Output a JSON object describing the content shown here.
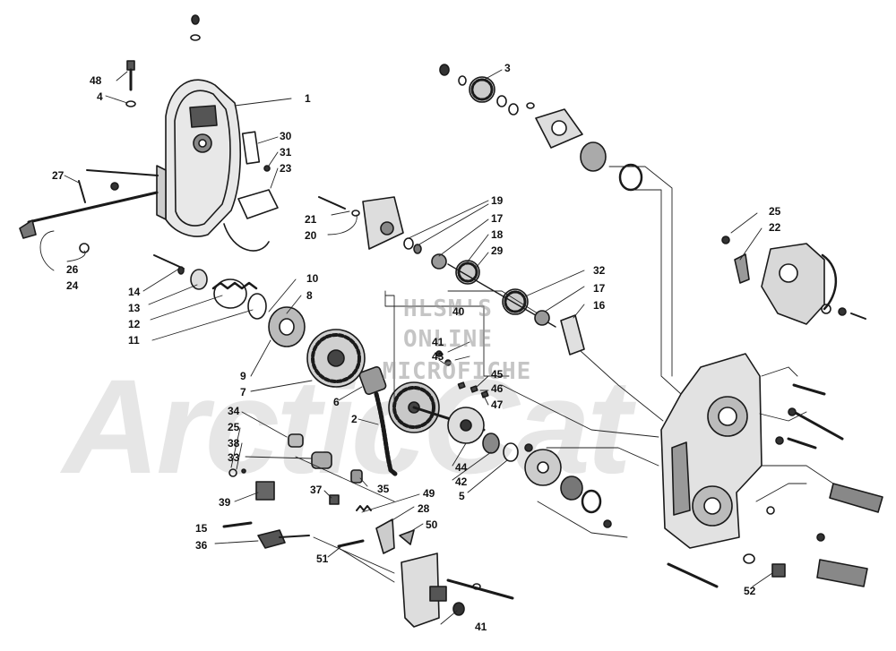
{
  "watermark": {
    "line1": "HLSM'S",
    "line2": "ONLINE",
    "line3": "MICROFICHE",
    "logo": "ArcticCat"
  },
  "callouts": [
    {
      "id": "48",
      "label": "48"
    },
    {
      "id": "4",
      "label": "4"
    },
    {
      "id": "1",
      "label": "1"
    },
    {
      "id": "30",
      "label": "30"
    },
    {
      "id": "31",
      "label": "31"
    },
    {
      "id": "23",
      "label": "23"
    },
    {
      "id": "27",
      "label": "27"
    },
    {
      "id": "26",
      "label": "26"
    },
    {
      "id": "24",
      "label": "24"
    },
    {
      "id": "14",
      "label": "14"
    },
    {
      "id": "13",
      "label": "13"
    },
    {
      "id": "12",
      "label": "12"
    },
    {
      "id": "11",
      "label": "11"
    },
    {
      "id": "10",
      "label": "10"
    },
    {
      "id": "8",
      "label": "8"
    },
    {
      "id": "9",
      "label": "9"
    },
    {
      "id": "7",
      "label": "7"
    },
    {
      "id": "6",
      "label": "6"
    },
    {
      "id": "2",
      "label": "2"
    },
    {
      "id": "34",
      "label": "34"
    },
    {
      "id": "25a",
      "label": "25"
    },
    {
      "id": "38",
      "label": "38"
    },
    {
      "id": "33",
      "label": "33"
    },
    {
      "id": "35",
      "label": "35"
    },
    {
      "id": "39",
      "label": "39"
    },
    {
      "id": "37",
      "label": "37"
    },
    {
      "id": "15",
      "label": "15"
    },
    {
      "id": "36",
      "label": "36"
    },
    {
      "id": "51",
      "label": "51"
    },
    {
      "id": "49",
      "label": "49"
    },
    {
      "id": "28",
      "label": "28"
    },
    {
      "id": "50",
      "label": "50"
    },
    {
      "id": "41a",
      "label": "41"
    },
    {
      "id": "3",
      "label": "3"
    },
    {
      "id": "21",
      "label": "21"
    },
    {
      "id": "20",
      "label": "20"
    },
    {
      "id": "19",
      "label": "19"
    },
    {
      "id": "17a",
      "label": "17"
    },
    {
      "id": "18",
      "label": "18"
    },
    {
      "id": "29",
      "label": "29"
    },
    {
      "id": "32",
      "label": "32"
    },
    {
      "id": "17b",
      "label": "17"
    },
    {
      "id": "16",
      "label": "16"
    },
    {
      "id": "40",
      "label": "40"
    },
    {
      "id": "41b",
      "label": "41"
    },
    {
      "id": "43",
      "label": "43"
    },
    {
      "id": "45",
      "label": "45"
    },
    {
      "id": "46",
      "label": "46"
    },
    {
      "id": "47",
      "label": "47"
    },
    {
      "id": "44",
      "label": "44"
    },
    {
      "id": "42",
      "label": "42"
    },
    {
      "id": "5",
      "label": "5"
    },
    {
      "id": "25b",
      "label": "25"
    },
    {
      "id": "22",
      "label": "22"
    },
    {
      "id": "52",
      "label": "52"
    }
  ]
}
